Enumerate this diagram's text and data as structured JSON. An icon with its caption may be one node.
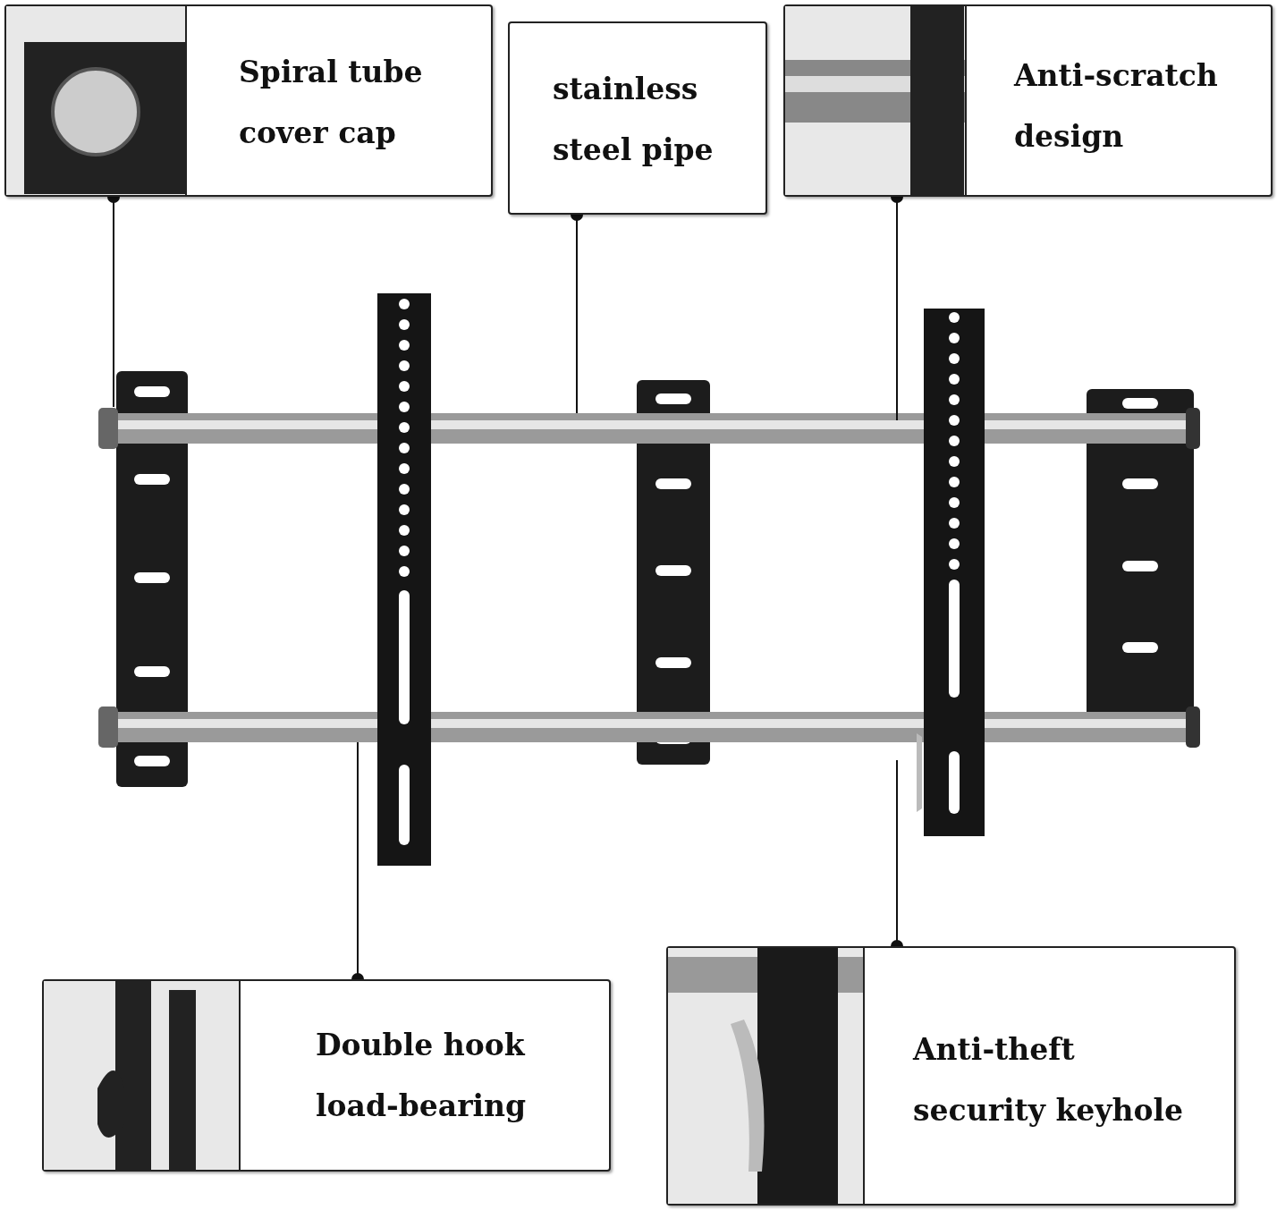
{
  "diagram": {
    "nodes": [
      {
        "text": [
          "Spiral tube cover cap"
        ]
      },
      {
        "text": [
          "stainless steel pipe"
        ]
      },
      {
        "text": [
          "Anti-scratch design"
        ]
      },
      {
        "text": [
          "Double hook load-bearing"
        ]
      },
      {
        "text": [
          "Anti-theft security keyhole"
        ]
      }
    ],
    "edges": [
      {
        "from": 0,
        "to": null,
        "arrow": "other"
      },
      {
        "from": 1,
        "to": null,
        "arrow": "other"
      },
      {
        "from": 2,
        "to": null,
        "arrow": "other"
      },
      {
        "from": 3,
        "to": null,
        "arrow": "other"
      },
      {
        "from": 4,
        "to": null,
        "arrow": "other"
      }
    ]
  }
}
